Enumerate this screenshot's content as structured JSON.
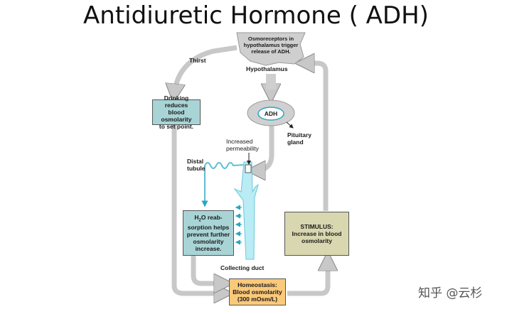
{
  "title": "Antidiuretic Hormone ( ADH)",
  "labels": {
    "osmoreceptors": "Osmoreceptors in\nhypothalamus trigger\nrelease of ADH.",
    "hypothalamus": "Hypothalamus",
    "thirst": "Thirst",
    "drinking": "Drinking reduces\nblood osmolarity\nto set point.",
    "adh": "ADH",
    "pituitary": "Pituitary\ngland",
    "increased_permeability": "Increased\npermeability",
    "distal_tubule": "Distal\ntubule",
    "h2o_line1_prefix": "H",
    "h2o_subscript": "2",
    "h2o_line1_suffix": "O reab-",
    "h2o_rest": "sorption helps\nprevent further\nosmolarity\nincrease.",
    "stimulus": "STIMULUS:\nIncrease in blood\nosmolarity",
    "collecting_duct": "Collecting duct",
    "homeostasis": "Homeostasis:\nBlood osmolarity\n(300 mOsm/L)"
  },
  "colors": {
    "teal_box": "#a9d4d6",
    "olive_box": "#d9d7b0",
    "orange_box": "#fbc97a",
    "gray_arrow": "#c8c8c8",
    "duct": "#b9ecf4"
  },
  "watermark": "知乎 @云杉"
}
